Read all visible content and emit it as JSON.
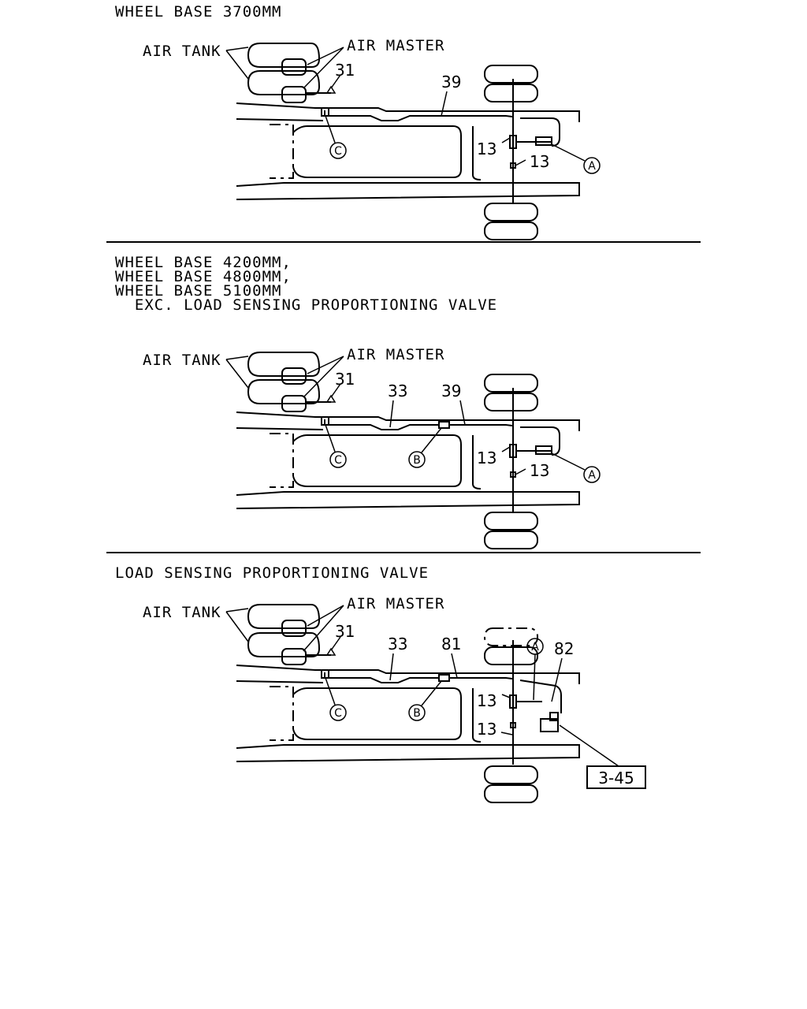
{
  "sections": [
    {
      "headings": [
        "WHEEL BASE 3700MM"
      ],
      "labels": {
        "air_tank": "AIR TANK",
        "air_master": "AIR MASTER",
        "callouts": [
          "31",
          "39",
          "13",
          "13"
        ],
        "circles": [
          "C",
          "A"
        ]
      }
    },
    {
      "headings": [
        "WHEEL BASE 4200MM,",
        "WHEEL BASE 4800MM,",
        "WHEEL BASE 5100MM",
        "  EXC. LOAD SENSING PROPORTIONING VALVE"
      ],
      "labels": {
        "air_tank": "AIR TANK",
        "air_master": "AIR MASTER",
        "callouts": [
          "31",
          "33",
          "39",
          "13",
          "13"
        ],
        "circles": [
          "C",
          "B",
          "A"
        ]
      }
    },
    {
      "headings": [
        "LOAD SENSING PROPORTIONING VALVE"
      ],
      "labels": {
        "air_tank": "AIR TANK",
        "air_master": "AIR MASTER",
        "callouts": [
          "31",
          "33",
          "81",
          "82",
          "13",
          "13"
        ],
        "circles": [
          "C",
          "B",
          "A"
        ],
        "reference_box": "3-45"
      }
    }
  ]
}
